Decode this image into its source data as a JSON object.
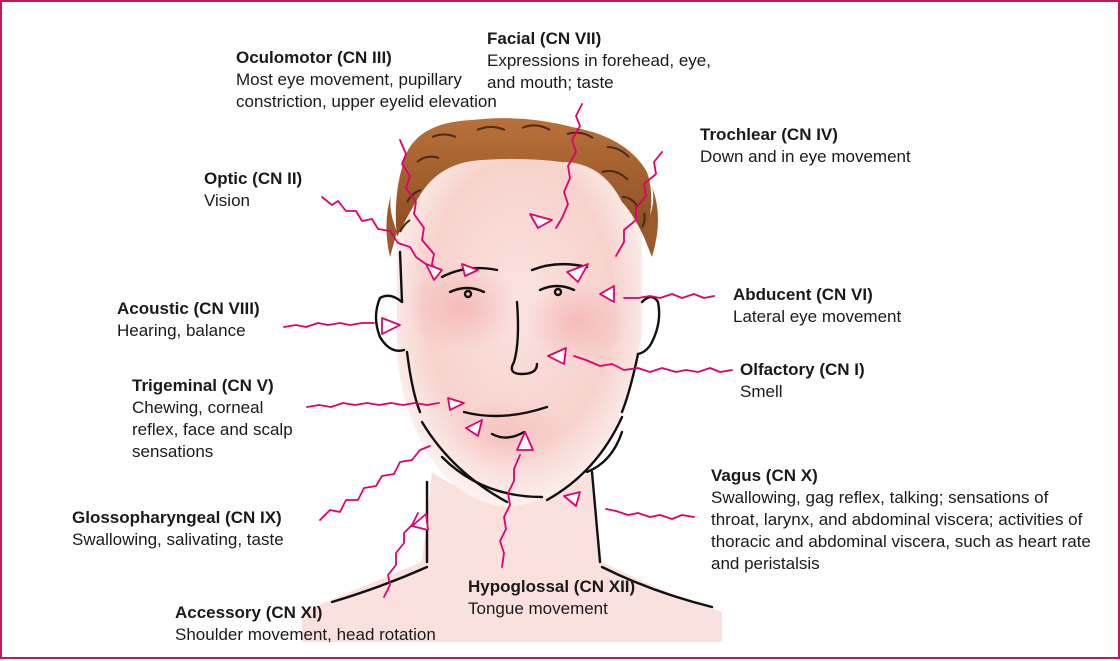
{
  "colors": {
    "frame": "#c2185b",
    "arrow": "#e0006e",
    "hair": "#9a5a2a",
    "skin": "#f7d7d2"
  },
  "labels": {
    "oculomotor": {
      "name": "Oculomotor (CN III)",
      "desc": "Most eye movement, pupillary constriction, upper eyelid elevation"
    },
    "facial": {
      "name": "Facial (CN VII)",
      "desc": "Expressions in forehead, eye, and mouth; taste"
    },
    "trochlear": {
      "name": "Trochlear (CN IV)",
      "desc": "Down and in eye movement"
    },
    "optic": {
      "name": "Optic (CN II)",
      "desc": "Vision"
    },
    "abducent": {
      "name": "Abducent (CN VI)",
      "desc": "Lateral eye movement"
    },
    "acoustic": {
      "name": "Acoustic (CN VIII)",
      "desc": "Hearing, balance"
    },
    "olfactory": {
      "name": "Olfactory (CN I)",
      "desc": "Smell"
    },
    "trigeminal": {
      "name": "Trigeminal (CN V)",
      "desc": "Chewing, corneal reflex, face and scalp sensations"
    },
    "vagus": {
      "name": "Vagus (CN X)",
      "desc": "Swallowing, gag reflex, talking; sensations of throat, larynx, and abdominal viscera; activities of thoracic and abdominal viscera, such as heart rate and peristalsis"
    },
    "glossopharyngeal": {
      "name": "Glossopharyngeal (CN IX)",
      "desc": "Swallowing, salivating, taste"
    },
    "hypoglossal": {
      "name": "Hypoglossal (CN XII)",
      "desc": "Tongue movement"
    },
    "accessory": {
      "name": "Accessory (CN XI)",
      "desc": "Shoulder movement, head rotation"
    }
  }
}
